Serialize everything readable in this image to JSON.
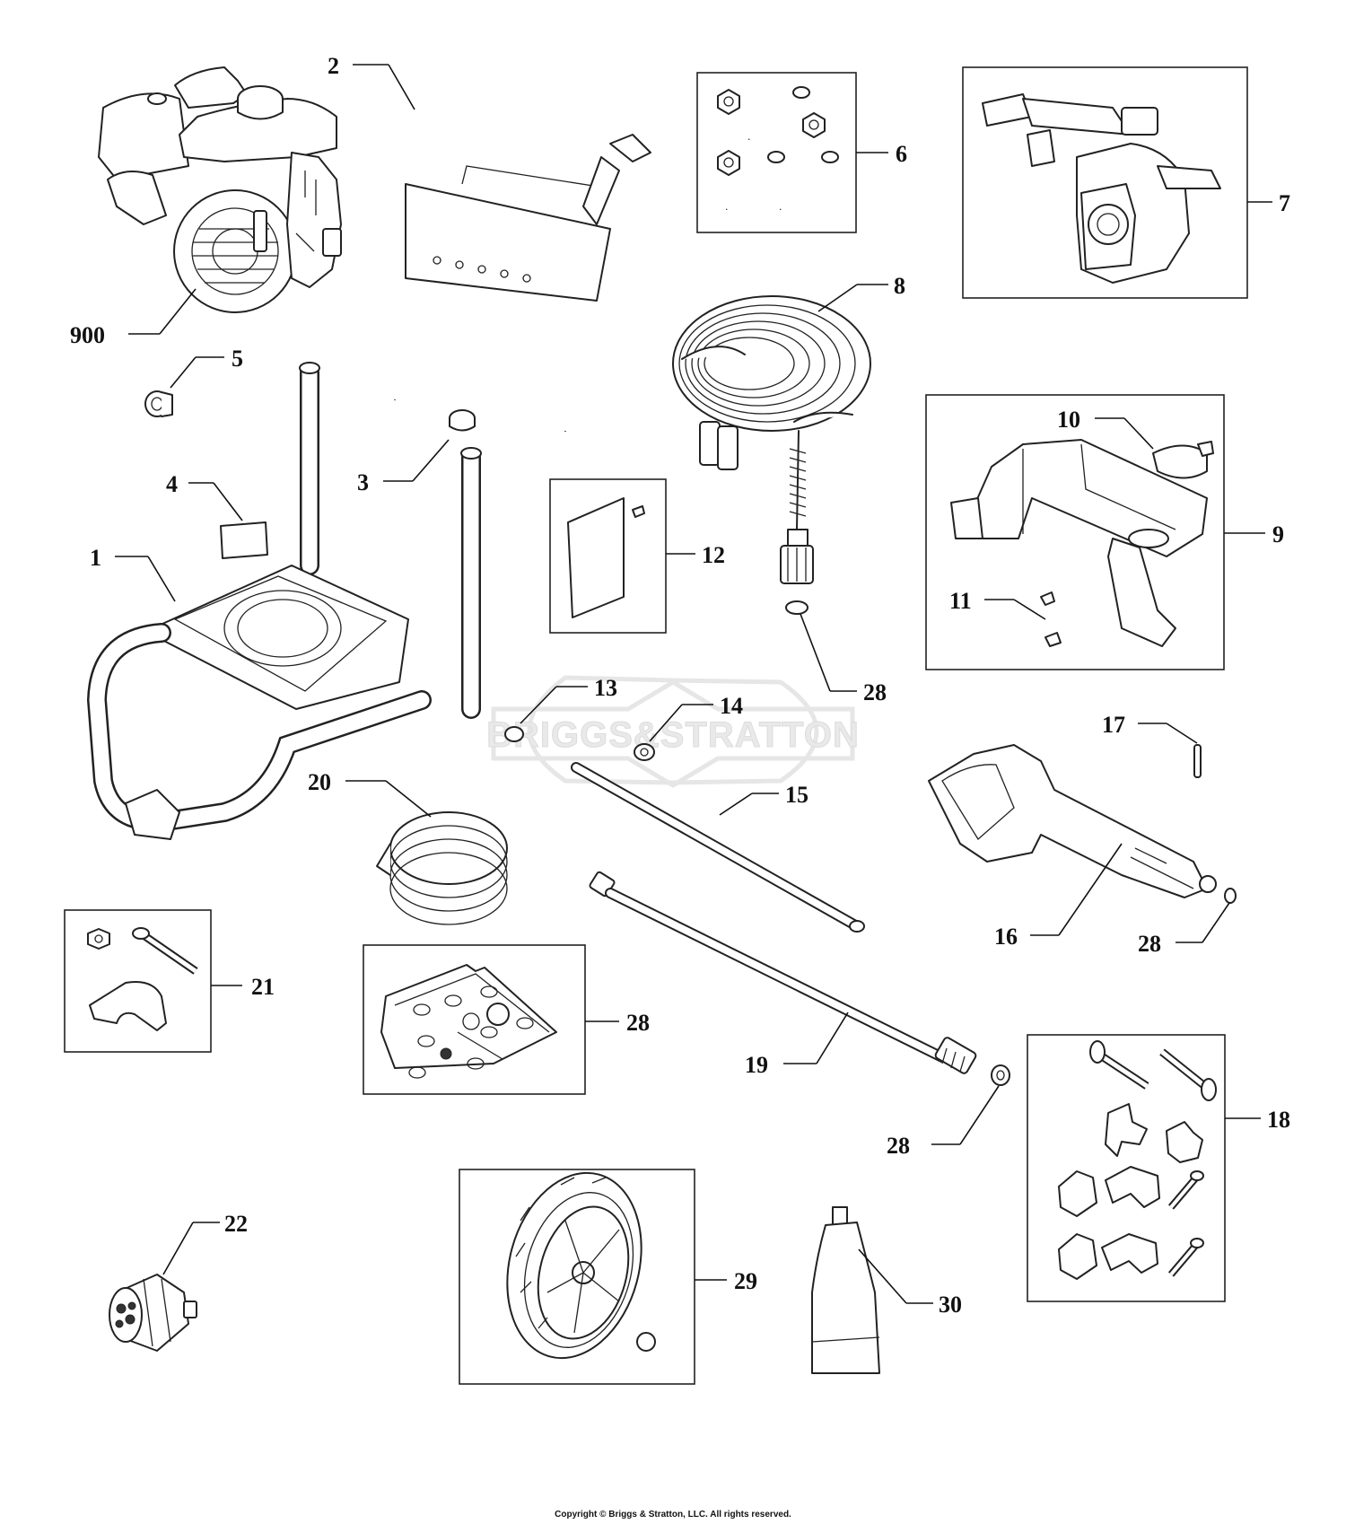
{
  "watermark": {
    "text": "BRIGGS&STRATTON"
  },
  "copyright": "Copyright © Briggs & Stratton, LLC. All rights reserved.",
  "callouts": {
    "c900": "900",
    "c2": "2",
    "c6": "6",
    "c7": "7",
    "c8": "8",
    "c5": "5",
    "c10": "10",
    "c3": "3",
    "c4": "4",
    "c1": "1",
    "c12": "12",
    "c9": "9",
    "c11": "11",
    "c28a": "28",
    "c13": "13",
    "c14": "14",
    "c17": "17",
    "c20": "20",
    "c15": "15",
    "c16": "16",
    "c28b": "28",
    "c21": "21",
    "c28c": "28",
    "c19": "19",
    "c28d": "28",
    "c18": "18",
    "c22": "22",
    "c29": "29",
    "c30": "30"
  }
}
